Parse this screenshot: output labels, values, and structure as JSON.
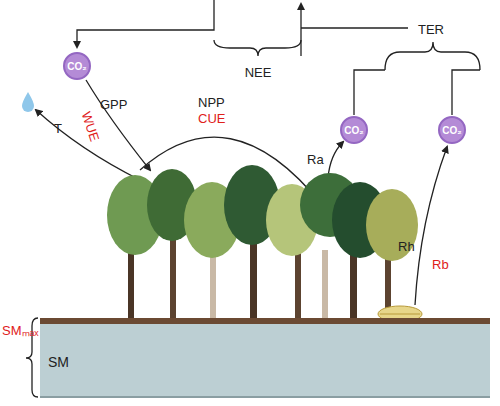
{
  "diagram": {
    "nodes": [
      {
        "text": [
          "CO₂"
        ]
      },
      {
        "text": [
          "CO₂"
        ]
      },
      {
        "text": [
          "CO₂"
        ]
      },
      {
        "text": [
          "SM"
        ]
      }
    ],
    "labels": [
      "NEE",
      "TER",
      "GPP",
      "WUE",
      "T",
      "NPP",
      "CUE",
      "Ra",
      "Rh",
      "Rb",
      "SMₘₐₓ"
    ]
  }
}
